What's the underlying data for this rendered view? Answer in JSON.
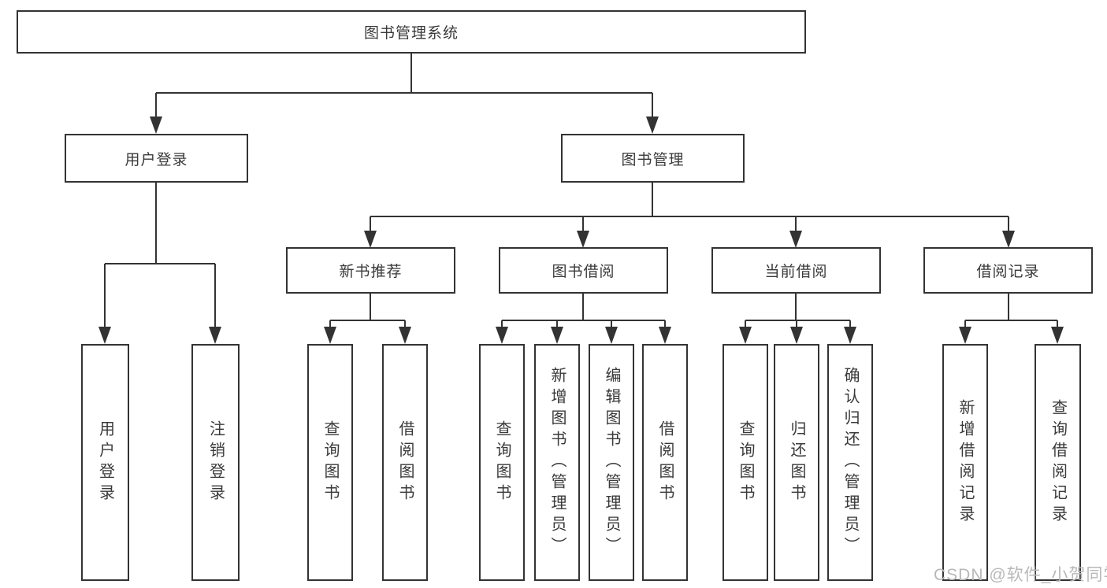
{
  "tree": {
    "root": "图书管理系统",
    "branches": [
      {
        "label": "用户登录",
        "children": [
          "用户登录",
          "注销登录"
        ]
      },
      {
        "label": "图书管理",
        "sections": [
          {
            "label": "新书推荐",
            "children": [
              "查询图书",
              "借阅图书"
            ]
          },
          {
            "label": "图书借阅",
            "children": [
              "查询图书",
              "新增图书（管理员）",
              "编辑图书（管理员）",
              "借阅图书"
            ]
          },
          {
            "label": "当前借阅",
            "children": [
              "查询图书",
              "归还图书",
              "确认归还（管理员）"
            ]
          },
          {
            "label": "借阅记录",
            "children": [
              "新增借阅记录",
              "查询借阅记录"
            ]
          }
        ]
      }
    ]
  },
  "watermark": {
    "text": "CSDN @软件_小贺同学"
  },
  "colors": {
    "line": "#333333",
    "box_border": "#333333",
    "text": "#3a3a3a",
    "watermark": "#b8b8b8",
    "background": "#ffffff"
  }
}
